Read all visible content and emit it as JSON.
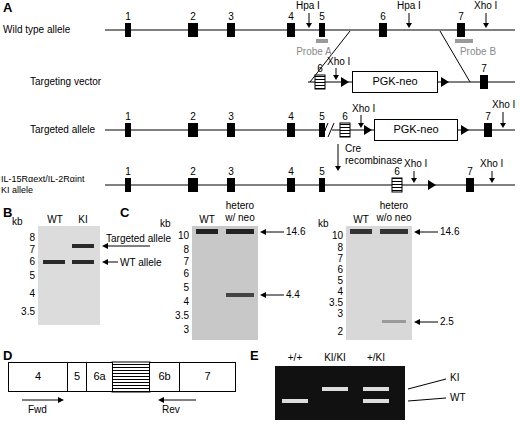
{
  "diagram": {
    "nodes": [
      {
        "text": [
          "PGK-neo"
        ]
      },
      {
        "text": [
          "PGK-neo"
        ]
      },
      {
        "text": [
          "4"
        ]
      },
      {
        "text": [
          "5"
        ]
      },
      {
        "text": [
          "6a"
        ]
      },
      {
        "text": [
          "6b"
        ]
      },
      {
        "text": [
          "7"
        ]
      }
    ],
    "labels": [
      "A",
      "Wild type allele",
      "1",
      "2",
      "3",
      "4",
      "Hpa I",
      "5",
      "6",
      "Hpa I",
      "7",
      "Xho I",
      "Probe A",
      "Probe B",
      "Targeting vector",
      "6",
      "Xho I",
      "7",
      "Targeted allele",
      "1",
      "2",
      "3",
      "4",
      "5",
      "6",
      "Xho I",
      "7",
      "Xho I",
      "Cre recombinase",
      "IL-15Rαext/IL-2Rαint KI allele",
      "1",
      "2",
      "3",
      "4",
      "5",
      "6",
      "Xho I",
      "7",
      "Xho I",
      "B",
      "kb",
      "WT",
      "KI",
      "8",
      "7",
      "6",
      "5",
      "4",
      "3.5",
      "Targeted allele",
      "WT allele",
      "C",
      "kb",
      "WT",
      "hetero w/ neo",
      "10",
      "8",
      "7",
      "6",
      "5",
      "4",
      "3.5",
      "3",
      "14.6",
      "4.4",
      "kb",
      "WT",
      "hetero w/o neo",
      "10",
      "8",
      "7",
      "6",
      "5",
      "4",
      "3.5",
      "3",
      "2",
      "14.6",
      "2.5",
      "D",
      "Fwd",
      "Rev",
      "E",
      "+/+",
      "KI/KI",
      "+/KI",
      "KI",
      "WT"
    ]
  }
}
